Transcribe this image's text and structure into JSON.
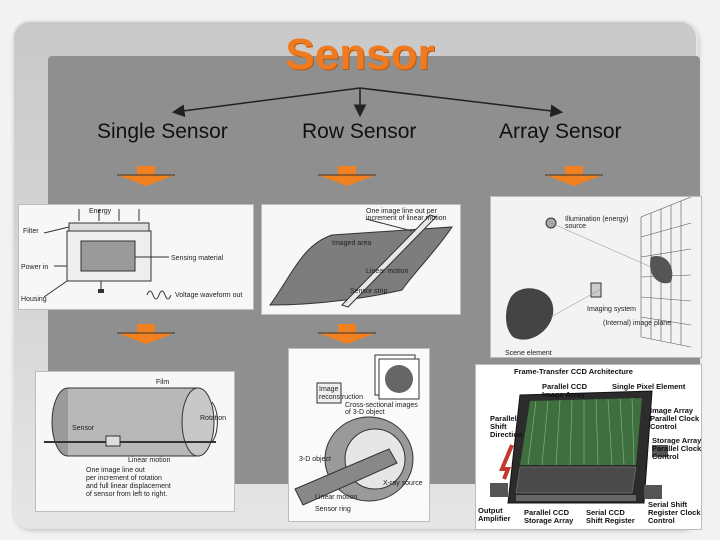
{
  "title": "Sensor",
  "categories": [
    "Single Sensor",
    "Row Sensor",
    "Array Sensor"
  ],
  "single_sensor": {
    "labels": {
      "energy": "Energy",
      "filter": "Filter",
      "power_in": "Power in",
      "sensing_material": "Sensing material",
      "housing": "Housing",
      "voltage": "Voltage waveform out"
    }
  },
  "film_drum": {
    "labels": {
      "film": "Film",
      "sensor": "Sensor",
      "rotation": "Rotation",
      "linear_motion": "Linear motion",
      "note": [
        "One image line out",
        "per increment of rotation",
        "and full linear displacement",
        "of sensor from left to right."
      ]
    }
  },
  "row_sensor": {
    "labels": {
      "line_out": [
        "One image line out per",
        "increment of linear motion"
      ],
      "imaged_area": "Imaged area",
      "linear_motion": "Linear motion",
      "sensor_strip": "Sensor strip"
    }
  },
  "ct_ring": {
    "labels": {
      "recon": [
        "Image",
        "reconstruction"
      ],
      "cross": [
        "Cross-sectional images",
        "of 3-D object"
      ],
      "object": "3-D object",
      "xray": "X-ray source",
      "linear": "Linear motion",
      "ring": "Sensor ring"
    }
  },
  "array_sensor": {
    "labels": {
      "illumination": [
        "Illumination (energy)",
        "source"
      ],
      "imaging": [
        "Imaging system"
      ],
      "image_plane": "(Internal) image plane",
      "scene": "Scene element"
    }
  },
  "ccd": {
    "labels": {
      "title": "Frame-Transfer CCD Architecture",
      "single_pixel": "Single Pixel Element",
      "parallel_ccd": [
        "Parallel CCD",
        "Image Array"
      ],
      "image_clock": [
        "Image Array",
        "Parallel Clock",
        "Control"
      ],
      "parallel_shift": [
        "Parallel",
        "Shift",
        "Direction"
      ],
      "storage_clock": [
        "Storage Array",
        "Parallel Clock",
        "Control"
      ],
      "output_amp": [
        "Output",
        "Amplifier"
      ],
      "parallel_storage": [
        "Parallel CCD",
        "Storage Array"
      ],
      "serial_ccd": [
        "Serial CCD",
        "Shift Register"
      ],
      "serial_clock": [
        "Serial Shift",
        "Register Clock",
        "Control"
      ]
    }
  },
  "colors": {
    "title": "#f07a1f",
    "arrow": "#f08020"
  }
}
